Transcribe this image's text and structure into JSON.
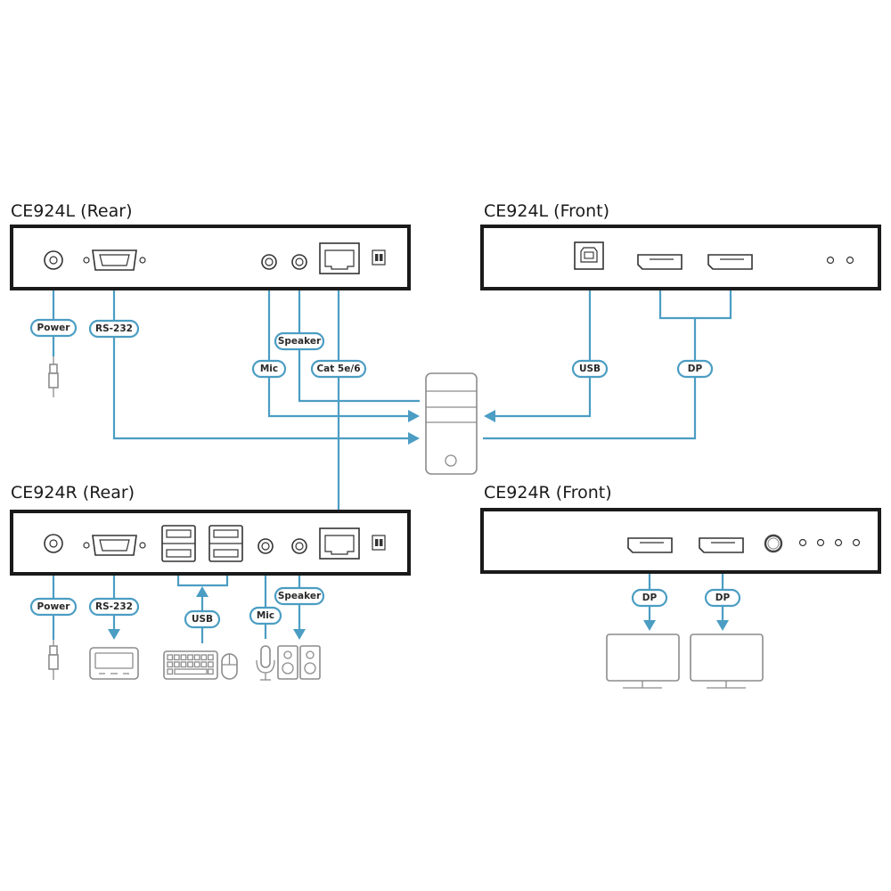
{
  "diagram": {
    "panels": {
      "l_rear": {
        "title": "CE924L (Rear)"
      },
      "l_front": {
        "title": "CE924L (Front)"
      },
      "r_rear": {
        "title": "CE924R (Rear)"
      },
      "r_front": {
        "title": "CE924R (Front)"
      }
    },
    "labels": {
      "l_power": "Power",
      "l_rs232": "RS-232",
      "l_speaker": "Speaker",
      "l_mic": "Mic",
      "l_cat": "Cat 5e/6",
      "l_usb": "USB",
      "l_dp": "DP",
      "r_power": "Power",
      "r_rs232": "RS-232",
      "r_usb": "USB",
      "r_mic": "Mic",
      "r_speaker": "Speaker",
      "r_dp1": "DP",
      "r_dp2": "DP"
    },
    "colors": {
      "cable": "#4b9dc3",
      "panel_border": "#1a1a1a",
      "device_outline": "#8c8c8c"
    },
    "icons": {
      "power_jack": "power-jack-icon",
      "serial_port": "db9-serial-port-icon",
      "audio_jack": "audio-jack-icon",
      "rj45": "rj45-port-icon",
      "dip_switch": "dip-switch-icon",
      "usb_b": "usb-b-port-icon",
      "displayport": "displayport-icon",
      "led": "led-indicator-icon",
      "computer": "computer-tower-icon",
      "power_plug": "power-adapter-plug-icon",
      "serial_terminal": "serial-terminal-icon",
      "keyboard": "keyboard-icon",
      "mouse": "mouse-icon",
      "microphone": "microphone-icon",
      "speakers": "speakers-icon",
      "monitor": "monitor-icon"
    }
  }
}
